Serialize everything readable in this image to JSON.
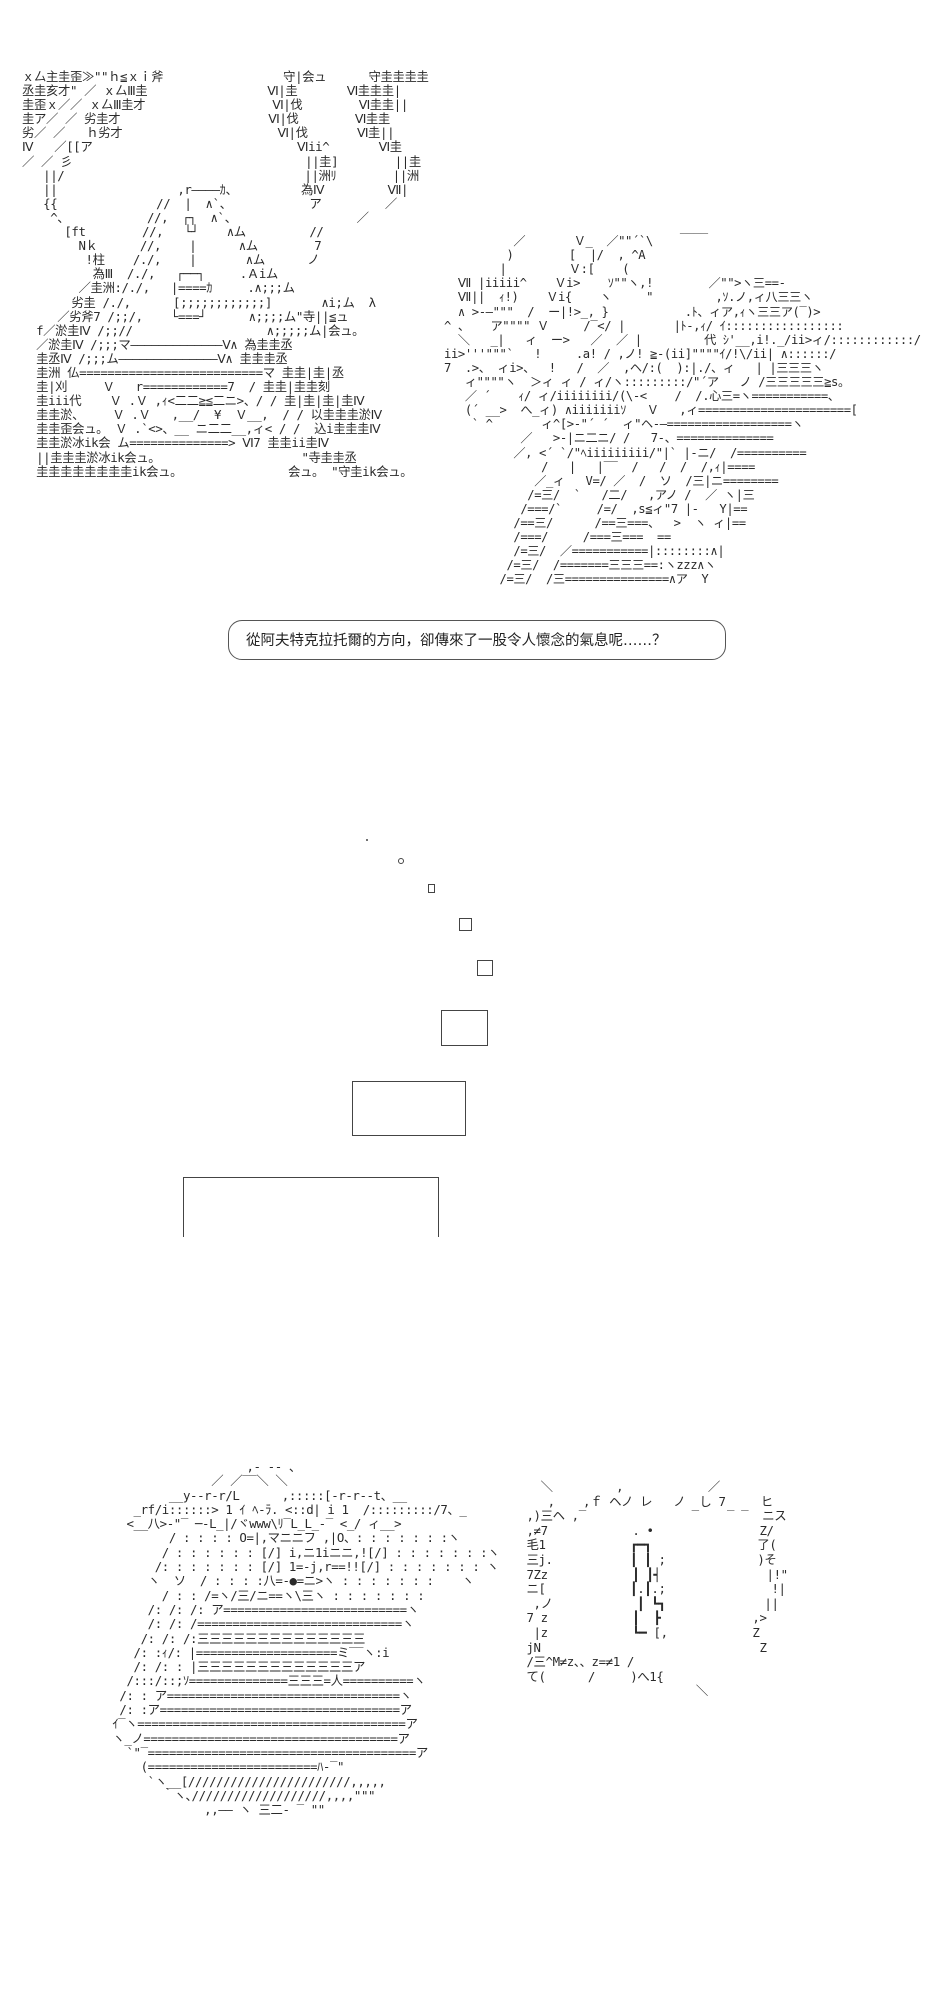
{
  "panel1": {
    "left_art": "ｘ厶主圭歪≫\"\"ｈ≦ｘｉ斧                 守|会ュ      守圭圭圭圭\n丞圭亥才\" ／ ｘ厶Ⅲ圭                 Ⅵ|圭       Ⅵ圭圭圭|\n圭歪ｘ／／ ｘ厶Ⅲ圭才                  Ⅵ|伐        Ⅵ圭圭||\n圭ア／ ／ 劣圭才                     Ⅵ|伐        Ⅵ圭圭\n劣／ ／   ｈ劣才                      Ⅵ|伐       Ⅵ圭||\nⅣ   ／[[ア                             Ⅵii^       Ⅵ圭\n／ ／ 彡                                 ||圭]        ||圭\n   ||/                                  ||洲ﾘ        ||洲\n   ||                 ,r――――ｶ、         為Ⅳ         Ⅶ|\n   {{              //  |  ∧`、           ア         ／\n    ^、           //,  ┌┐  ∧`、                 ／\n      [ft        //,   └┘    ∧ム         //\n        Nｋ      //,    |      ∧ム        7\n         !柱    /./,    |       ∧ム      ノ\n          為Ⅲ  /./,   ┌──┐     .Ａiム\n        ／圭洲:/./,   |====ｶ     .∧;;;ム\n       劣圭 /./,      [;;;;;;;;;;;;]       ∧i;ム  λ\n     ／劣斧7 /;;/,    └===┘      ∧;;;;ム\"寺||≦ュ\n  f／淤圭Ⅳ /;;//                   ∧;;;;;ム|会ュ。\n  ／淤圭Ⅳ /;;;マ―――――――――――――Ⅴ∧ 為圭圭丞\n  圭丞Ⅳ /;;;ム――――――――――――――Ⅴ∧ 圭圭圭丞\n  圭洲 仏==========================マ 圭圭|圭|丞\n  圭|刈     Ｖ   r============7  / 圭圭|圭圭刻\n  圭iii代    Ｖ .Ｖ ,ｨ<二二≧≦二ニ>、/ / 圭|圭|圭|圭Ⅳ\n  圭圭淤、    Ｖ .Ｖ   ,__/  ¥  Ｖ__,  / / 以圭圭圭淤Ⅳ\n  圭圭歪会ュ。 Ｖ .`<>、__ ニ二二__,ィ< / /  込i圭圭圭Ⅳ\n  圭圭淤冰ik会 ム==============> Ⅵ7 圭圭ii圭Ⅳ\n  ||圭圭圭淤冰ik会ュ。                    \"寺圭圭丞\n  圭圭圭圭圭圭圭圭ik会ュ。               会ュ。 \"守圭ik会ュ。",
    "right_art": "                                  ____\n          ／       Ｖ_  ／\"\"´`\\\n         )        [  |/  , ^A\n        |         Ｖ:[    (\n  Ⅶ |iiiii^    Ｖi>    ｿ\"\"ヽ,!        ／\"\">ヽ三==-\n  Ⅶ||  ｨ!)    Ｖi{    ヽ     \"         ,ｿ.ノ,ィ八三三ヽ\n  ∧ >-―\"\"\"  /  ー|!>_, }           .ﾄ、ィア,ｨヽ三三ア(‾)>\n^ 、   ア\"\"\"\" Ｖ     /‾</ |       |ﾄ-,ｨ/ ｲ:::::::::::::::::\n  ＼   _|   ィ  ー>   ／  ／ |         代 ｼ'__,i!._/ii>ィ/::::::::::::/\nii>'''\"\"\"`   !     .a! / ,ノ! ≧-(ii]\"\"\"\"ｲ/!\\/ii| ∧::::::/\n7  .>、 ィi>、  !   /  ／  ,ヘ/:(  ):|./、ィ   | |三三三ヽ\n   ィ\"\"\"\"ヽ  ＞ィ ィ / ィ/ヽ:::::::::/\"´ア   ノ /三三三三三≧s。\n   ／ ´    ｨ/ ィ/iiiiiiii/(\\-<    /  /.心三=ヽ===========、\n   (´ __>  へ_ィ) ∧iiiiiiiｿ   Ｖ   ,ィ======================[\n    ` ^       ィ^[>-\"´ ´  ィ\"ヘ-―==================ヽ\n           ／   >-|ニ二ニ/ /   7-、==============\n          ／, <´ `/\"ﾍiiiiiiiii/\"|` |-ニ/  /==========\n              /   |   |‾‾  /   /  /  /,ｨ|====\n             ／_ィ   V=/ ／  /  ソ  /三|ニ========\n            /=三/  `   /二/   ,アノ /  ／ ヽ|三\n           /===/`     /=/  ,s≦ィ\"7 |-   Y|==\n          /==三/      /==三===、  >  ヽ ィ|==\n          /===/     /===三===  ==\n          /=三/  ／===========|::::::::∧|\n         /=三/  /=======三三三==:ヽzzz∧ヽ\n        /=三/  /三===============∧ア  Y"
  },
  "caption": {
    "text": "從阿夫特克拉托爾的方向，卻傳來了一股令人懷念的氣息呢……？"
  },
  "panel2": {
    "dots": [
      "·",
      "。"
    ],
    "note": ""
  },
  "panel3": {
    "yukkuri_art": "                         ,- -- 、\n                    ／ ／‾‾＼ ＼\n              __y--r-r/L      ,:::::[-r-r--t、__\n         _rf/i::::::> 1 ｲ ﾍ-ﾗ. <::d| i 1  /:::::::::/7、_\n        <__八>-\"‾ ─-L_|/ヾwww\\ﾘ‾L_L_-‾ <_/ ィ__>\n              / : : : : O=|,マニニフ ,|O、: : : : : : :ヽ\n             / : : : : : : [/] i,ニ1iニニ,![/] : : : : : : :ヽ\n            /: : : : : : : [/] 1=-j,r==!![/] : : : : : : : ヽ\n           ヽ  ソ  / : : : :八=-●=ニ>ヽ : : : : : : :    ヽ\n             / : : /=ヽ/三/ニ==ヽ\\三ヽ : : : : : : :\n           /: /: /: ア==========================ヽ\n           /: /: /=============================ヽ\n          /: /: /:三三三三三三三三三三三三三三\n         /: :ｨ/: |====================ミ‾‾ヽ:i\n         /: /: : |三三三三三三三三三三三三三ア\n        /:::/::;ｿ==============三三三=人==========ヽ\n       /: : ア=================================ヽ\n       /: :ア==================================ア\n      ｲ‾ヽ======================================ア\n      ヽ_ノ====================================ア\n        `\"‾======================================ア\n          (========================ﾊ-‾\"\n           `ヽ__[///////////////////////,,,,,\n             ｀ヽ､///////////////////,,,,\"\"\"\n                   ,,―― ヽ 三二- ‾ \"\"",
    "bubble_art": "          ＼         ,            ／\n           ,    ,ｆ ヘノ レ   ノ  し 7     ヒ\n        ,)三ヘ ,‾               ‾    ‾ ‾  ニス\n        ,≠7            . •               Z/\n        毛1            ┏━┓               了(\n        三j.           ┃ ┃ ;             )そ\n        7Zz            ┃ ┃┥               |!\"\n        ニ[            ┃.┃.;               !|\n         ,ノ            ┃ ┗┓              ||\n        7 z            ┃  ┣             ,>\n         |z            ┗━ [,            Z\n        jN                               Z\n        /三^M≠z、、z=≠1 /\n        て(      /     )へ1{\n                                ＼"
  }
}
